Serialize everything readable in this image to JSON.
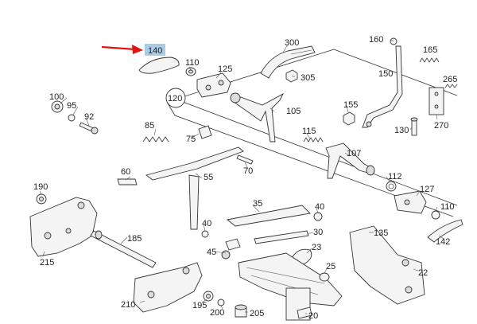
{
  "highlight": {
    "label": "140",
    "color": "#a9cbe6",
    "arrow_color": "#e11414"
  },
  "callout_circle_label": "120",
  "labels": {
    "p300": "300",
    "p160": "160",
    "p165": "165",
    "p110a": "110",
    "p125": "125",
    "p305": "305",
    "p150": "150",
    "p265": "265",
    "p100": "100",
    "p95": "95",
    "p92": "92",
    "p105": "105",
    "p155": "155",
    "p270": "270",
    "p85": "85",
    "p75": "75",
    "p115": "115",
    "p130": "130",
    "p107": "107",
    "p60": "60",
    "p55": "55",
    "p70": "70",
    "p112": "112",
    "p127": "127",
    "p190": "190",
    "p35": "35",
    "p40a": "40",
    "p110b": "110",
    "p40b": "40",
    "p30": "30",
    "p135": "135",
    "p142": "142",
    "p185": "185",
    "p23": "23",
    "p45": "45",
    "p215": "215",
    "p25": "25",
    "p22": "22",
    "p210": "210",
    "p195": "195",
    "p200": "200",
    "p205": "205",
    "p20": "20"
  }
}
